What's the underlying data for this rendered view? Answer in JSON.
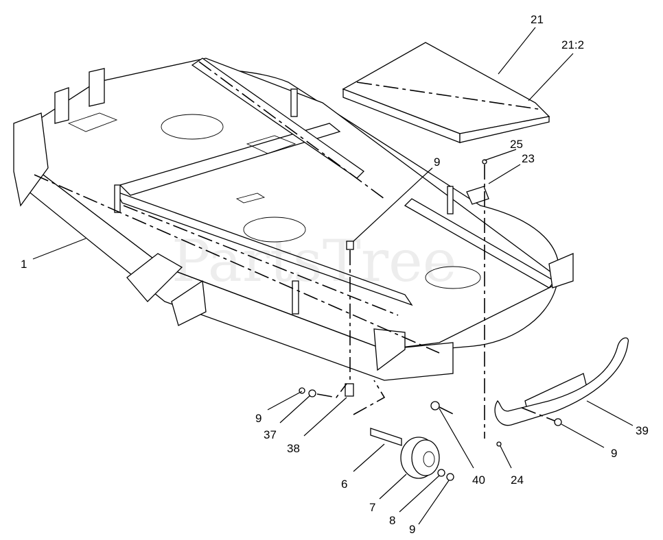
{
  "watermark": "PartsTree",
  "callouts": [
    {
      "id": "c1",
      "text": "1"
    },
    {
      "id": "c21",
      "text": "21"
    },
    {
      "id": "c212",
      "text": "21:2"
    },
    {
      "id": "c25",
      "text": "25"
    },
    {
      "id": "c23",
      "text": "23"
    },
    {
      "id": "c9a",
      "text": "9"
    },
    {
      "id": "c9b",
      "text": "9"
    },
    {
      "id": "c37",
      "text": "37"
    },
    {
      "id": "c38",
      "text": "38"
    },
    {
      "id": "c6",
      "text": "6"
    },
    {
      "id": "c7",
      "text": "7"
    },
    {
      "id": "c8",
      "text": "8"
    },
    {
      "id": "c9c",
      "text": "9"
    },
    {
      "id": "c40",
      "text": "40"
    },
    {
      "id": "c24",
      "text": "24"
    },
    {
      "id": "c9d",
      "text": "9"
    },
    {
      "id": "c39",
      "text": "39"
    }
  ]
}
